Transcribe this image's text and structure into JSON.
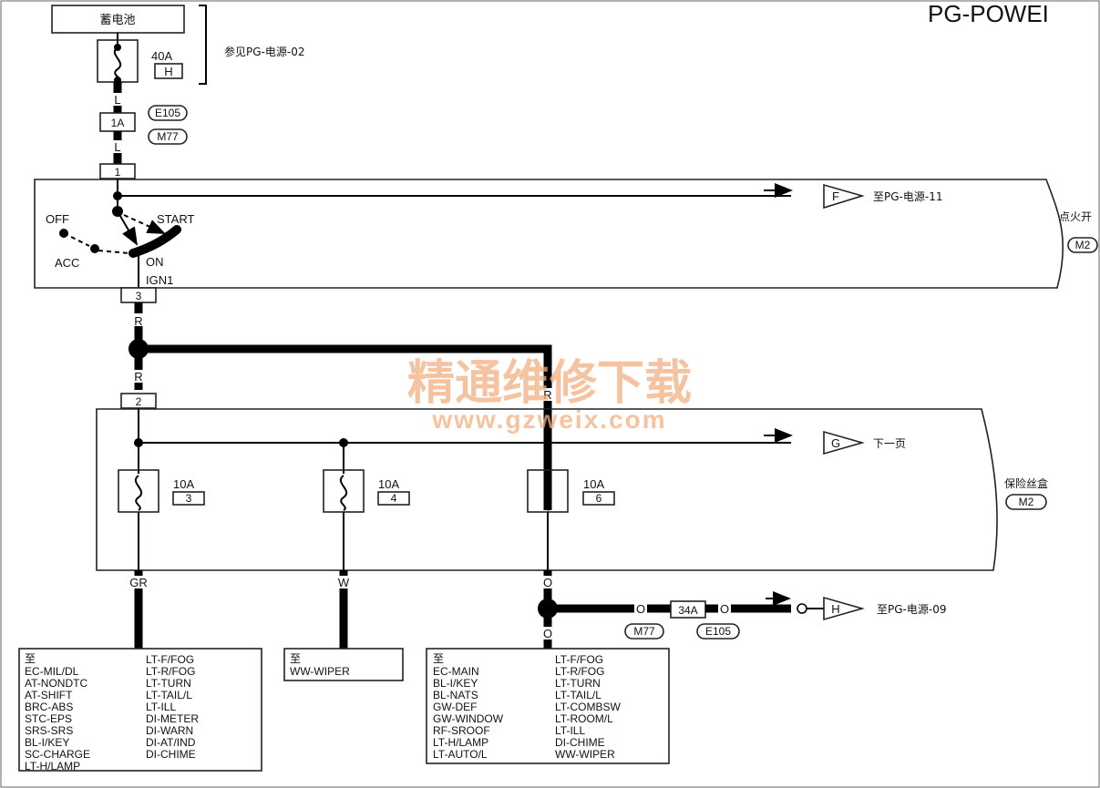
{
  "title": "PG-POWEI",
  "battery": {
    "label": "蓄电池"
  },
  "fuse_main": {
    "rating": "40A",
    "id": "H",
    "ref": "参见PG-电源-02"
  },
  "wire_colors": {
    "l1": "L",
    "l2": "L",
    "r1": "R",
    "r2": "R",
    "r3": "R",
    "gr": "GR",
    "w": "W",
    "o1": "O",
    "o2": "O",
    "o3": "O",
    "o4": "O"
  },
  "connectors": {
    "c1a": "1A",
    "e105_top": "E105",
    "m77_top": "M77",
    "pin1": "1",
    "pin3": "3",
    "pin2": "2",
    "c34a": "34A",
    "m77_bottom": "M77",
    "e105_bottom": "E105"
  },
  "ignition_switch": {
    "label": "点火开",
    "connector": "M2",
    "positions": {
      "off": "OFF",
      "acc": "ACC",
      "on": "ON",
      "start": "START",
      "ign1": "IGN1"
    },
    "arrow_f": {
      "tag": "F",
      "text": "至PG-电源-11"
    }
  },
  "fuse_block": {
    "label": "保险丝盒",
    "connector": "M2",
    "arrow_g": {
      "tag": "G",
      "text": "下一页"
    },
    "fuses": [
      {
        "rating": "10A",
        "id": "3"
      },
      {
        "rating": "10A",
        "id": "4"
      },
      {
        "rating": "10A",
        "id": "6"
      }
    ]
  },
  "arrow_h": {
    "tag": "H",
    "text": "至PG-电源-09"
  },
  "dest_gr": {
    "header": "至",
    "col1": [
      "EC-MIL/DL",
      "AT-NONDTC",
      "AT-SHIFT",
      "BRC-ABS",
      "STC-EPS",
      "SRS-SRS",
      "BL-I/KEY",
      "SC-CHARGE",
      "LT-H/LAMP"
    ],
    "col2": [
      "LT-F/FOG",
      "LT-R/FOG",
      "LT-TURN",
      "LT-TAIL/L",
      "LT-ILL",
      "DI-METER",
      "DI-WARN",
      "DI-AT/IND",
      "DI-CHIME"
    ]
  },
  "dest_w": {
    "header": "至",
    "items": [
      "WW-WIPER"
    ]
  },
  "dest_o": {
    "header": "至",
    "col1": [
      "EC-MAIN",
      "BL-I/KEY",
      "BL-NATS",
      "GW-DEF",
      "GW-WINDOW",
      "RF-SROOF",
      "LT-H/LAMP",
      "LT-AUTO/L"
    ],
    "col2": [
      "LT-F/FOG",
      "LT-R/FOG",
      "LT-TURN",
      "LT-TAIL/L",
      "LT-COMBSW",
      "LT-ROOM/L",
      "LT-ILL",
      "DI-CHIME",
      "WW-WIPER"
    ]
  },
  "watermark": {
    "line1": "精通维修下载",
    "line2": "www.gzweix.com"
  }
}
